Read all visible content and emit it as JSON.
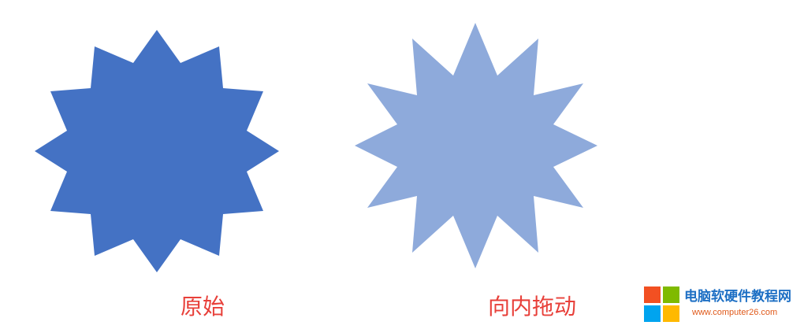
{
  "shapes": {
    "original_color": "#4472c4",
    "dragged_color": "#8eaadb"
  },
  "captions": {
    "original": "原始",
    "dragged_inward": "向内拖动"
  },
  "watermark": {
    "title": "电脑软硬件教程网",
    "url": "www.computer26.com",
    "logo_icon": "windows-logo-icon",
    "logo_colors": [
      "#f25022",
      "#7fba00",
      "#00a4ef",
      "#ffb900"
    ]
  }
}
